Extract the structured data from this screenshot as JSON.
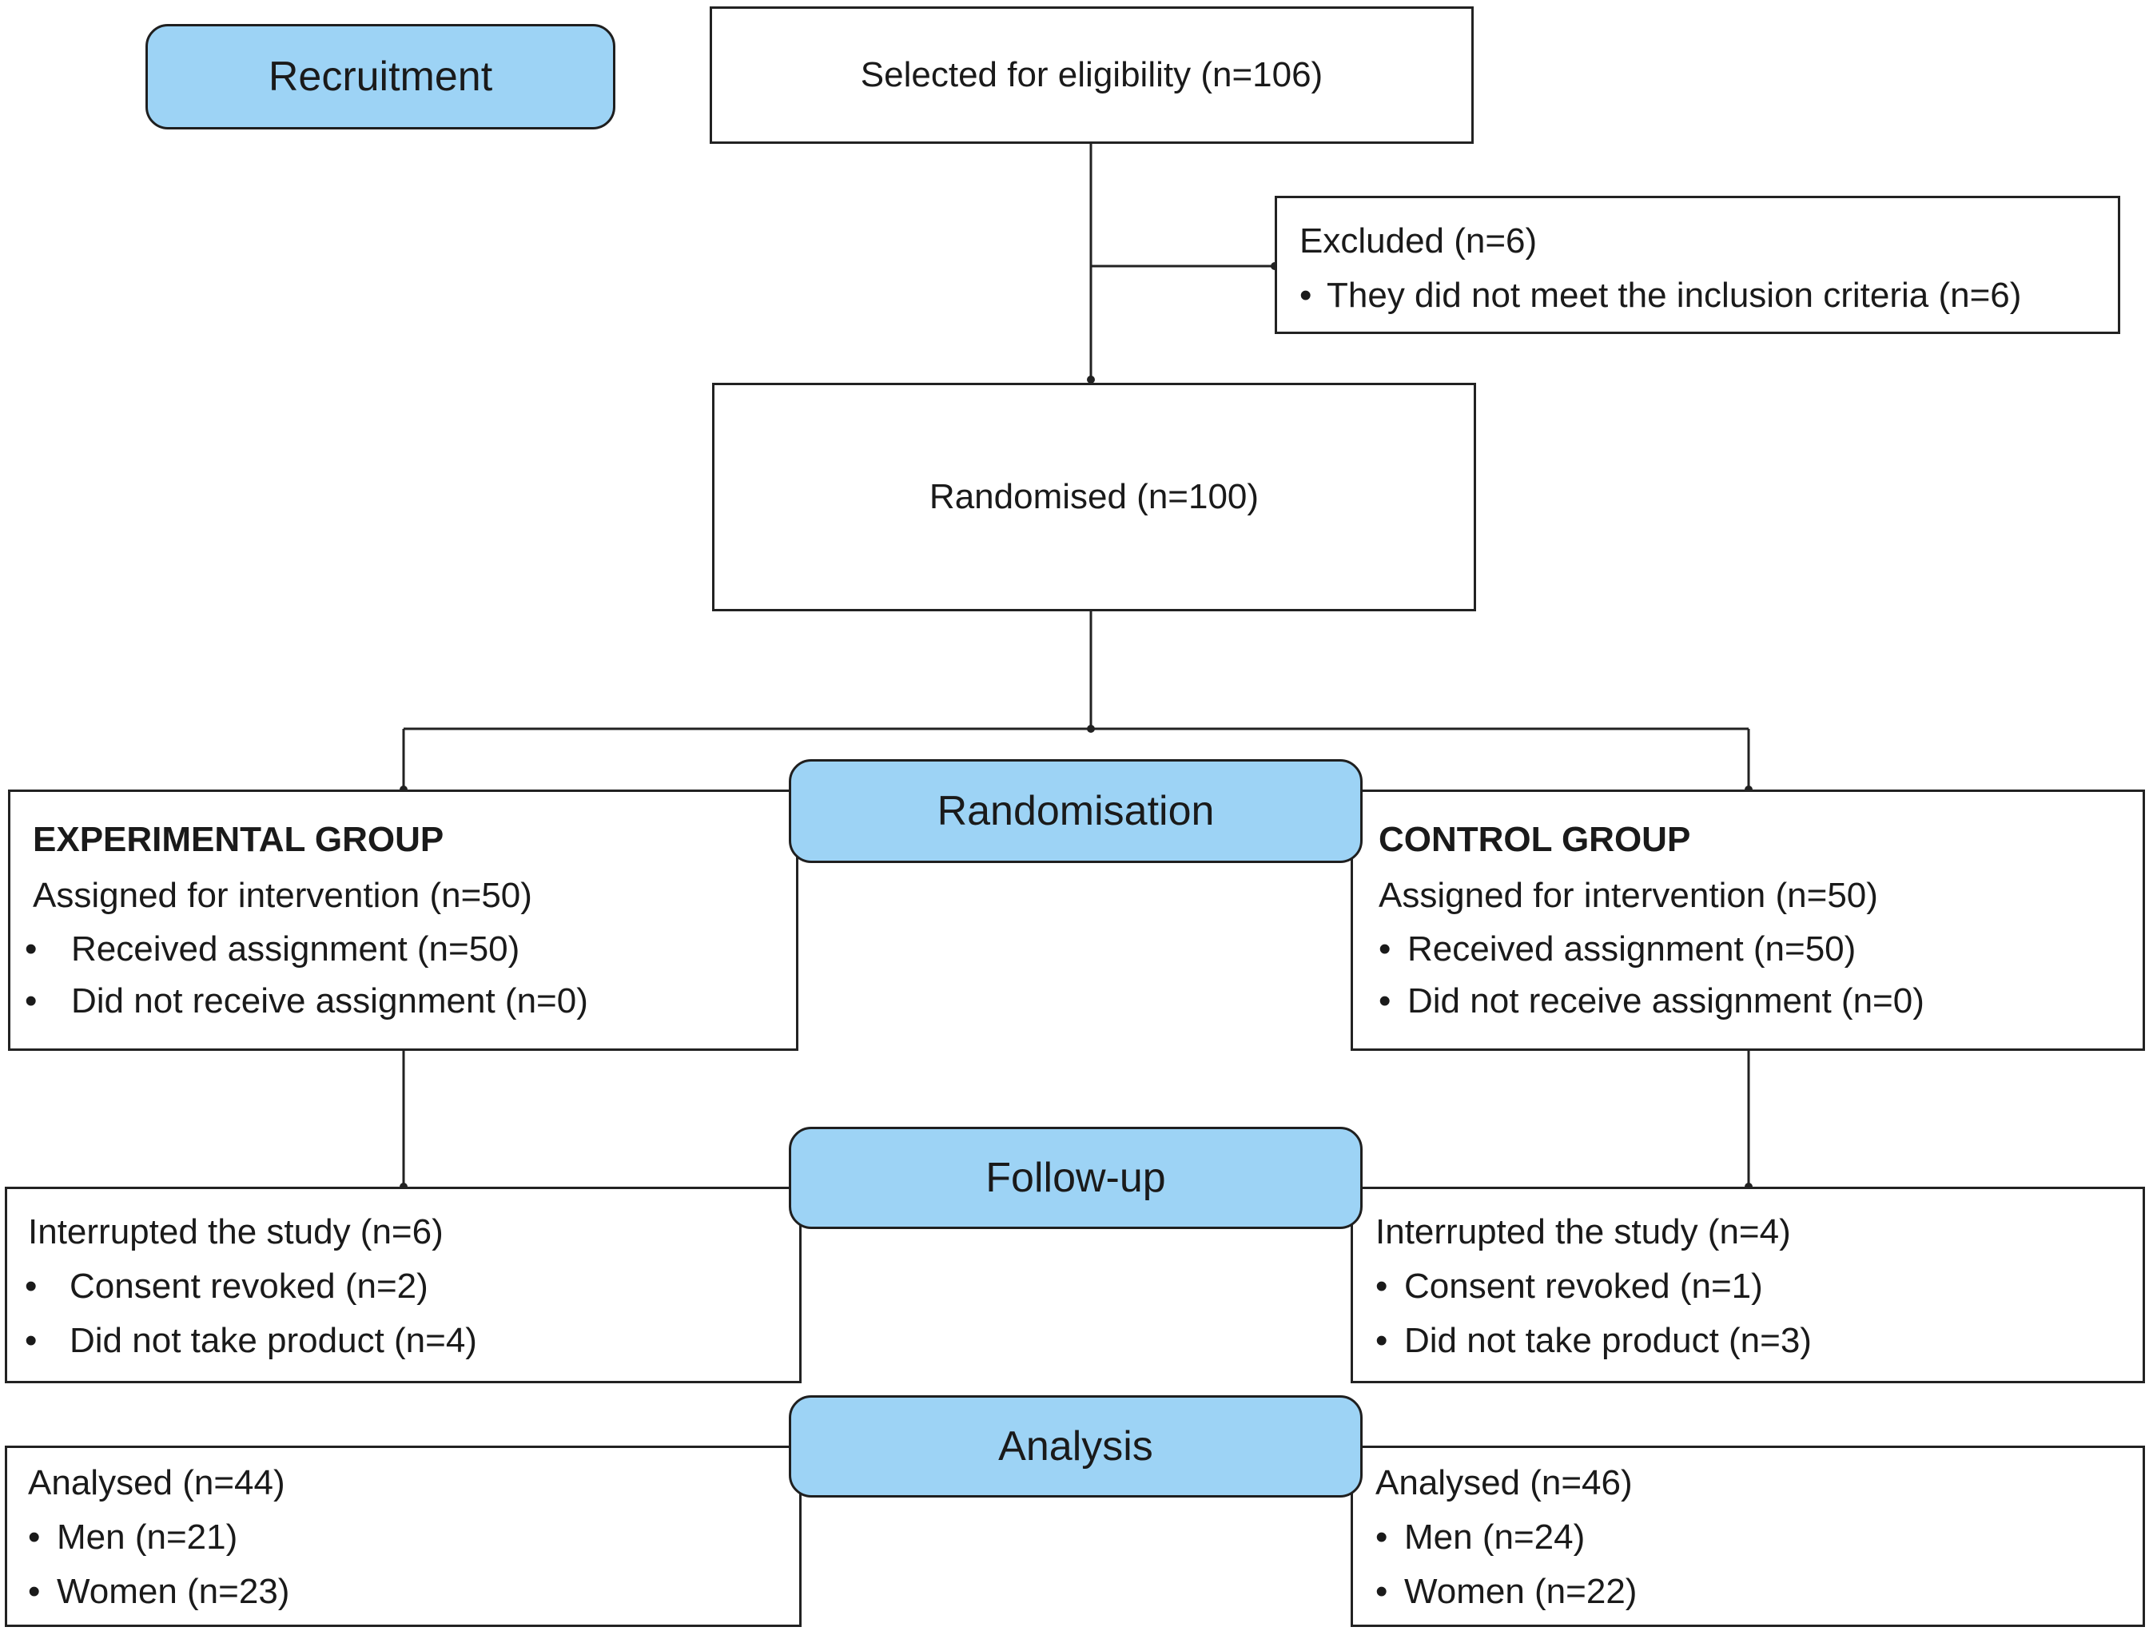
{
  "stages": {
    "recruitment": "Recruitment",
    "randomisation": "Randomisation",
    "follow_up": "Follow-up",
    "analysis": "Analysis"
  },
  "eligibility": "Selected for eligibility (n=106)",
  "excluded": {
    "title": "Excluded (n=6)",
    "reason": "They did not meet the inclusion criteria (n=6)"
  },
  "randomised": "Randomised  (n=100)",
  "experimental": {
    "group": "EXPERIMENTAL GROUP",
    "assigned": "Assigned for intervention (n=50)",
    "received": "Received assignment (n=50)",
    "not_received": "Did not receive assignment (n=0)",
    "interrupted": "Interrupted the study (n=6)",
    "consent": "Consent revoked (n=2)",
    "no_product": "Did not take product (n=4)",
    "analysed": "Analysed (n=44)",
    "men": "Men (n=21)",
    "women": "Women (n=23)"
  },
  "control": {
    "group": "CONTROL GROUP",
    "assigned": "Assigned for intervention (n=50)",
    "received": "Received assignment  (n=50)",
    "not_received": "Did not receive assignment (n=0)",
    "interrupted": "Interrupted the study (n=4)",
    "consent": "Consent revoked (n=1)",
    "no_product": "Did not take product  (n=3)",
    "analysed": "Analysed (n=46)",
    "men": "Men (n=24)",
    "women": "Women (n=22)"
  },
  "bullet": "•",
  "colors": {
    "stage_fill": "#9dd3f5",
    "line": "#222222"
  }
}
